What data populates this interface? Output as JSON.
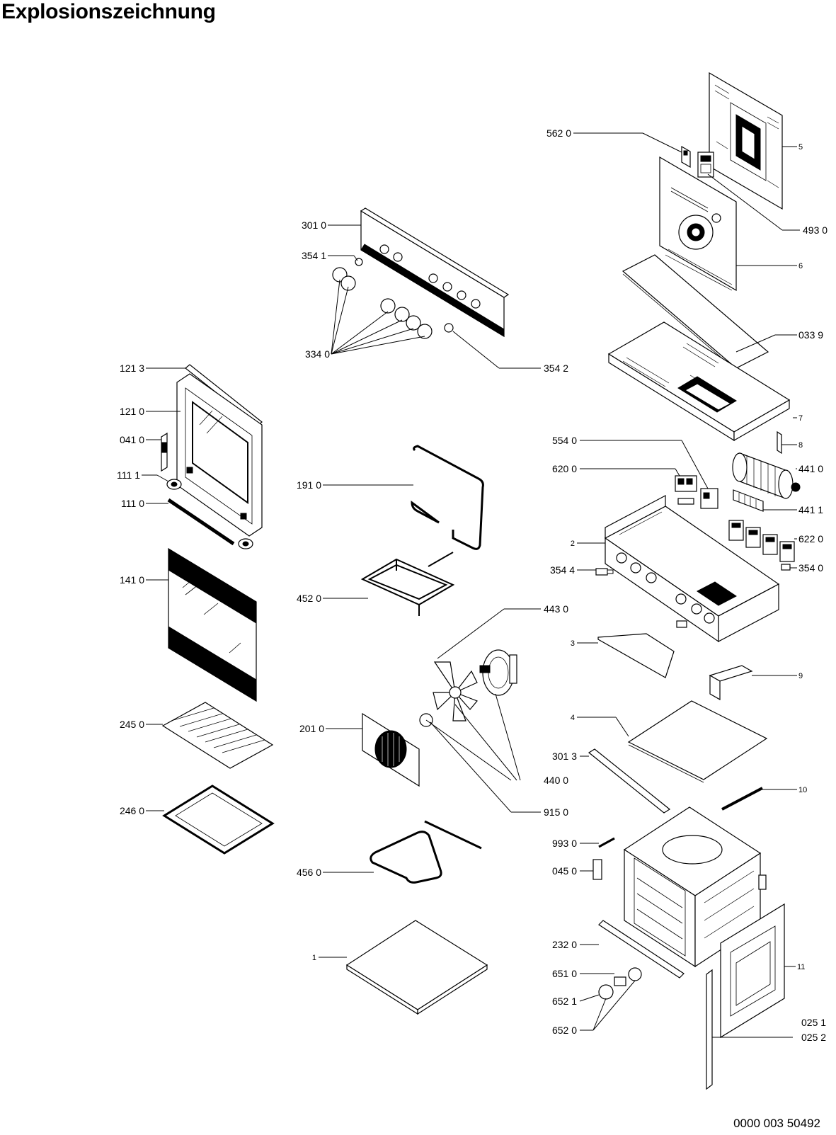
{
  "title": "Explosionszeichnung",
  "document_number": "0000 003 50492",
  "labels": {
    "l5620": "562 0",
    "l5": "5",
    "l4930": "493 0",
    "l6": "6",
    "l0339": "033 9",
    "l3010": "301 0",
    "l3541": "354 1",
    "l3340": "334 0",
    "l3542": "354 2",
    "l1213": "121 3",
    "l1210": "121 0",
    "l0410": "041 0",
    "l1111": "111 1",
    "l1110": "111 0",
    "l1410": "141 0",
    "l1910": "191 0",
    "l4520": "452 0",
    "l7": "7",
    "l8": "8",
    "l5540": "554 0",
    "l6200": "620 0",
    "l4410": "441 0",
    "l4411": "441 1",
    "l2": "2",
    "l6220": "622 0",
    "l3544": "354 4",
    "l3540": "354 0",
    "l4430": "443 0",
    "l3": "3",
    "l9": "9",
    "l2450": "245 0",
    "l2010": "201 0",
    "l4": "4",
    "l3013": "301 3",
    "l4400": "440 0",
    "l10": "10",
    "l2460": "246 0",
    "l9150": "915 0",
    "l9930": "993 0",
    "l4560": "456 0",
    "l0450": "045 0",
    "l2320": "232 0",
    "l11": "11",
    "l1": "1",
    "l6510": "651 0",
    "l6521": "652 1",
    "l6520": "652 0",
    "l0251": "025 1",
    "l0252": "025 2"
  }
}
